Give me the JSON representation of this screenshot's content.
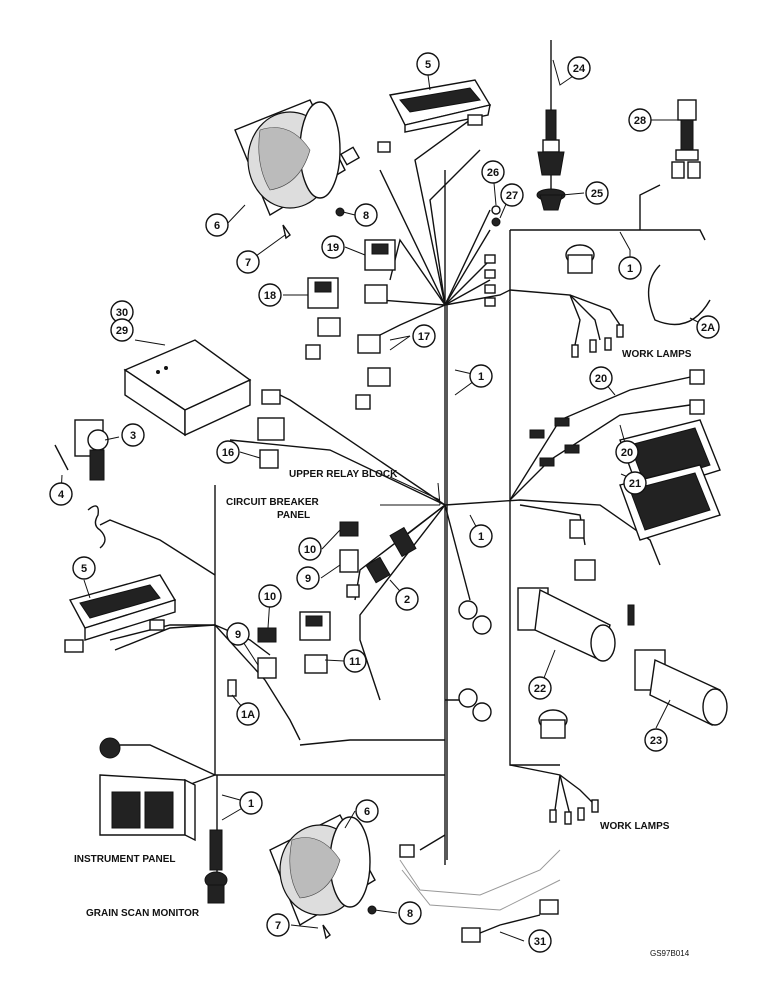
{
  "labels": {
    "upper_relay_block": "UPPER RELAY BLOCK",
    "circuit_breaker_line1": "CIRCUIT BREAKER",
    "circuit_breaker_line2": "PANEL",
    "work_lamps_top": "WORK LAMPS",
    "work_lamps_bottom": "WORK LAMPS",
    "instrument_panel": "INSTRUMENT PANEL",
    "grain_scan_monitor": "GRAIN SCAN MONITOR",
    "figure_code": "GS97B014"
  },
  "callouts": [
    {
      "id": "c5a",
      "text": "5"
    },
    {
      "id": "c24",
      "text": "24"
    },
    {
      "id": "c28",
      "text": "28"
    },
    {
      "id": "c6a",
      "text": "6"
    },
    {
      "id": "c8a",
      "text": "8"
    },
    {
      "id": "c26",
      "text": "26"
    },
    {
      "id": "c27",
      "text": "27"
    },
    {
      "id": "c25",
      "text": "25"
    },
    {
      "id": "c7a",
      "text": "7"
    },
    {
      "id": "c19",
      "text": "19"
    },
    {
      "id": "c1a",
      "text": "1"
    },
    {
      "id": "c18",
      "text": "18"
    },
    {
      "id": "c2A",
      "text": "2A"
    },
    {
      "id": "c30",
      "text": "30"
    },
    {
      "id": "c29",
      "text": "29"
    },
    {
      "id": "c17",
      "text": "17"
    },
    {
      "id": "c1b",
      "text": "1"
    },
    {
      "id": "c20a",
      "text": "20"
    },
    {
      "id": "c3",
      "text": "3"
    },
    {
      "id": "c20b",
      "text": "20"
    },
    {
      "id": "c4",
      "text": "4"
    },
    {
      "id": "c16",
      "text": "16"
    },
    {
      "id": "c21",
      "text": "21"
    },
    {
      "id": "c1c",
      "text": "1"
    },
    {
      "id": "c10a",
      "text": "10"
    },
    {
      "id": "c9a",
      "text": "9"
    },
    {
      "id": "c2",
      "text": "2"
    },
    {
      "id": "c5b",
      "text": "5"
    },
    {
      "id": "c10b",
      "text": "10"
    },
    {
      "id": "c9b",
      "text": "9"
    },
    {
      "id": "c11",
      "text": "11"
    },
    {
      "id": "c22",
      "text": "22"
    },
    {
      "id": "c1A",
      "text": "1A"
    },
    {
      "id": "c23",
      "text": "23"
    },
    {
      "id": "c1d",
      "text": "1"
    },
    {
      "id": "c6b",
      "text": "6"
    },
    {
      "id": "c7b",
      "text": "7"
    },
    {
      "id": "c8b",
      "text": "8"
    },
    {
      "id": "c31",
      "text": "31"
    }
  ]
}
